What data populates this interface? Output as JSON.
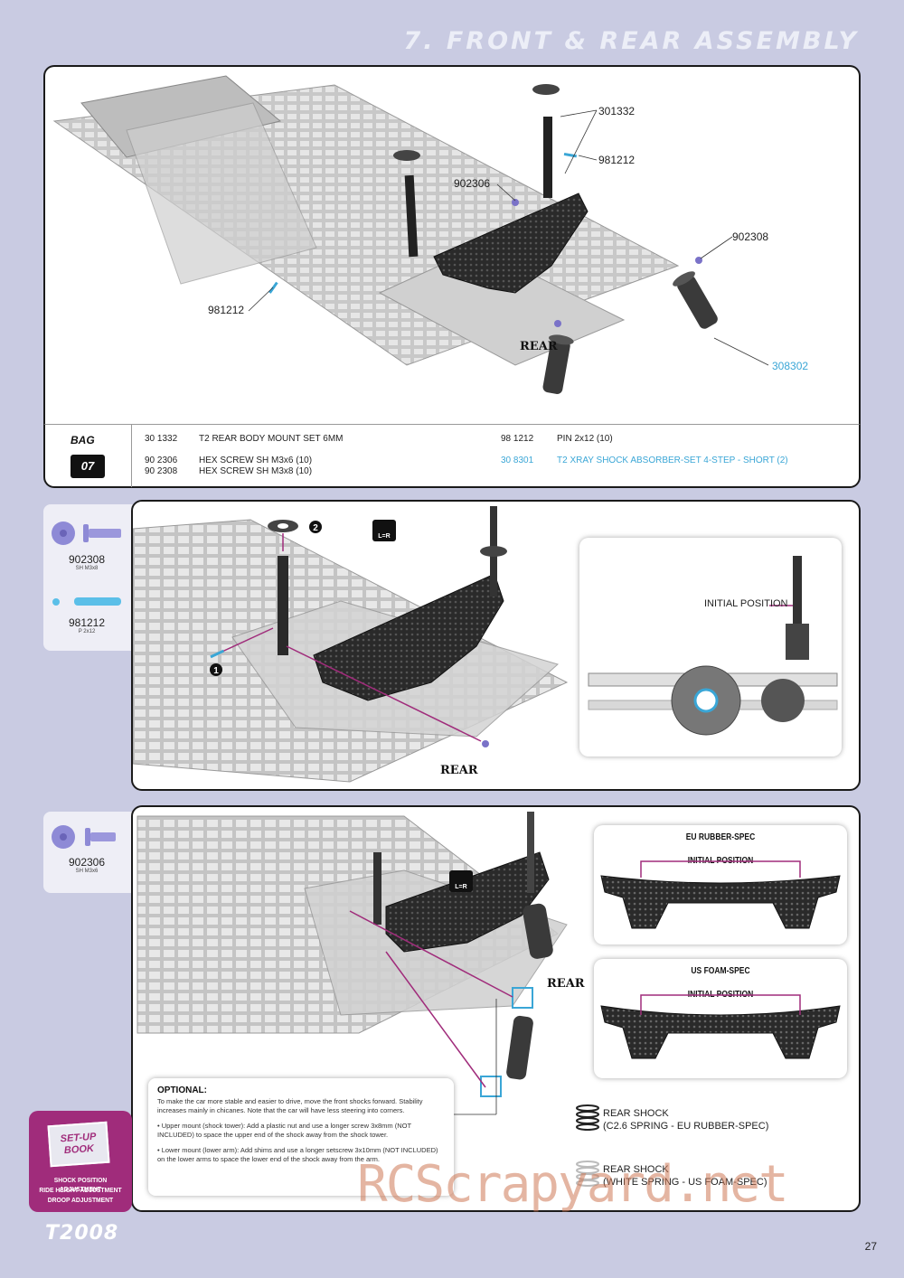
{
  "header": {
    "title": "7. FRONT & REAR ASSEMBLY"
  },
  "panel1": {
    "labels": {
      "p301332": "301332",
      "p981212a": "981212",
      "p902306": "902306",
      "p902308": "902308",
      "p981212b": "981212",
      "p308302": "308302"
    },
    "rear_label": "REAR"
  },
  "bag": {
    "word": "BAG",
    "number": "07",
    "parts": [
      {
        "code": "30 1332",
        "desc": "T2 REAR BODY MOUNT SET 6MM"
      },
      {
        "code": "90 2306",
        "desc": "HEX SCREW SH M3x6  (10)"
      },
      {
        "code": "90 2308",
        "desc": "HEX SCREW SH M3x8  (10)"
      },
      {
        "code": "98 1212",
        "desc": "PIN 2x12  (10)"
      },
      {
        "code": "30 8301",
        "desc": "T2 XRAY SHOCK ABSORBER-SET 4-STEP - SHORT (2)"
      }
    ]
  },
  "panel2": {
    "side": {
      "a_code": "902308",
      "a_sub": "SH M3x8",
      "b_code": "981212",
      "b_sub": "P 2x12"
    },
    "step1": "1",
    "step2": "2",
    "lr_badge": "L=R",
    "rear_label": "REAR",
    "inset_label": "INITIAL POSITION"
  },
  "panel3": {
    "side": {
      "a_code": "902306",
      "a_sub": "SH M3x6"
    },
    "lr_badge": "L=R",
    "rear_label": "REAR",
    "eu": {
      "title": "EU RUBBER-SPEC",
      "label": "INITIAL POSITION"
    },
    "us": {
      "title": "US FOAM-SPEC",
      "label": "INITIAL POSITION"
    },
    "optional": {
      "heading": "OPTIONAL:",
      "intro": "To make the car more stable and easier to drive, move the front shocks forward. Stability increases mainly in chicanes. Note that the car will have less steering into corners.",
      "upper": "• Upper mount (shock tower): Add a plastic nut and use a longer screw 3x8mm (NOT INCLUDED) to space the upper end of the shock away from the shock tower.",
      "lower": "• Lower mount (lower arm):  Add shims and use a longer setscrew 3x10mm (NOT INCLUDED) on the lower arms to space the lower end of the shock away from the arm."
    },
    "shock1": {
      "line1": "REAR SHOCK",
      "line2": "(C2.6 SPRING - EU RUBBER-SPEC)"
    },
    "shock2": {
      "line1": "REAR SHOCK",
      "line2": "(WHITE SPRING - US FOAM-SPEC)"
    }
  },
  "setup_book": {
    "book_line1": "SET-UP",
    "book_line2": "BOOK",
    "lines": [
      "SHOCK POSITION ADJUSTMENT",
      "RIDE HEIGHT ADJUSTMENT",
      "DROOP ADJUSTMENT"
    ]
  },
  "footer": {
    "logo": "T2008",
    "page": "27",
    "watermark": "RCScrapyard.net"
  },
  "colors": {
    "background": "#c9cbe2",
    "accent_blue": "#3aa6d6",
    "magenta": "#a02c7b"
  }
}
